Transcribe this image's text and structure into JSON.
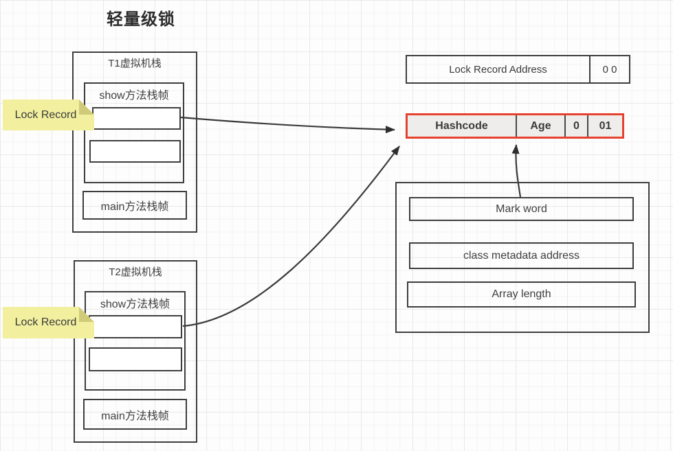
{
  "title": "轻量级锁",
  "stacks": [
    {
      "title": "T1虚拟机栈",
      "frame_label": "show方法栈帧",
      "main_label": "main方法栈帧",
      "note_label": "Lock Record"
    },
    {
      "title": "T2虚拟机栈",
      "frame_label": "show方法栈帧",
      "main_label": "main方法栈帧",
      "note_label": "Lock Record"
    }
  ],
  "lock_record_address": {
    "label": "Lock Record Address",
    "value": "0 0"
  },
  "mark_word_row": {
    "cells": [
      "Hashcode",
      "Age",
      "0",
      "01"
    ]
  },
  "object_box": {
    "items": [
      "Mark word",
      "class metadata address",
      "Array length"
    ]
  },
  "colors": {
    "accent_red": "#e6412f",
    "note_yellow": "#f2f09f",
    "note_fold": "#d0cb78",
    "border_dark": "#3d3d3d"
  }
}
